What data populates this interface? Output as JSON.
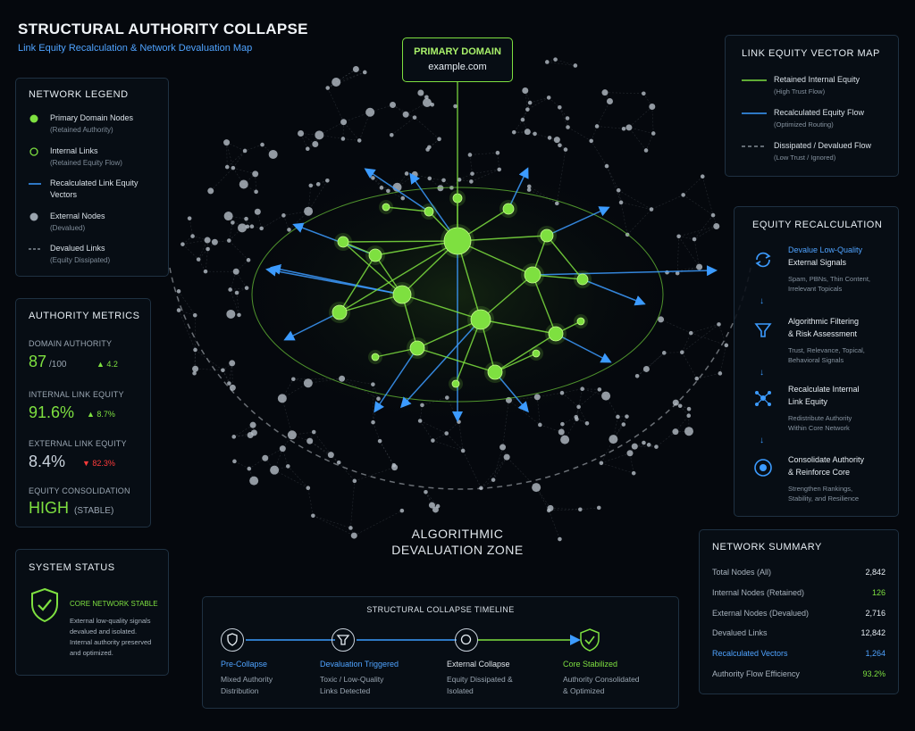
{
  "header": {
    "title": "STRUCTURAL AUTHORITY COLLAPSE",
    "subtitle": "Link Equity Recalculation & Network Devaluation Map"
  },
  "primary": {
    "label": "PRIMARY DOMAIN",
    "domain": "example.com"
  },
  "zone": {
    "line1": "ALGORITHMIC",
    "line2": "DEVALUATION ZONE"
  },
  "legend": {
    "title": "NETWORK LEGEND",
    "items": [
      {
        "label": "Primary Domain Nodes",
        "sub": "(Retained Authority)"
      },
      {
        "label": "Internal Links",
        "sub": "(Retained Equity Flow)"
      },
      {
        "label": "Recalculated Link Equity",
        "sub": "Vectors"
      },
      {
        "label": "External Nodes",
        "sub": "(Devalued)"
      },
      {
        "label": "Devalued Links",
        "sub": "(Equity Dissipated)"
      }
    ]
  },
  "metrics": {
    "title": "AUTHORITY METRICS",
    "da": {
      "label": "DOMAIN AUTHORITY",
      "value": "87",
      "suffix": "/100",
      "change": "▲ 4.2"
    },
    "internal": {
      "label": "INTERNAL LINK EQUITY",
      "value": "91.6%",
      "change": "▲ 8.7%"
    },
    "external": {
      "label": "EXTERNAL LINK EQUITY",
      "value": "8.4%",
      "change": "▼ 82.3%"
    },
    "consolidation": {
      "label": "EQUITY CONSOLIDATION",
      "value": "HIGH",
      "suffix": "(STABLE)"
    }
  },
  "status": {
    "title": "SYSTEM STATUS",
    "headline": "CORE NETWORK STABLE",
    "desc": [
      "External low-quality signals",
      "devalued and isolated.",
      "Internal authority preserved",
      "and optimized."
    ]
  },
  "vector_map": {
    "title": "LINK EQUITY VECTOR MAP",
    "items": [
      {
        "label": "Retained Internal Equity",
        "sub": "(High Trust Flow)"
      },
      {
        "label": "Recalculated Equity Flow",
        "sub": "(Optimized Routing)"
      },
      {
        "label": "Dissipated / Devalued Flow",
        "sub": "(Low Trust / Ignored)"
      }
    ]
  },
  "recalc": {
    "title": "EQUITY RECALCULATION",
    "steps": [
      {
        "title1": "Devalue Low-Quality",
        "title2": "External Signals",
        "desc1": "Spam, PBNs, Thin Content,",
        "desc2": "Irrelevant Topicals"
      },
      {
        "title1": "Algorithmic Filtering",
        "title2": "& Risk Assessment",
        "desc1": "Trust, Relevance, Topical,",
        "desc2": "Behavioral Signals"
      },
      {
        "title1": "Recalculate Internal",
        "title2": "Link Equity",
        "desc1": "Redistribute Authority",
        "desc2": "Within Core Network"
      },
      {
        "title1": "Consolidate Authority",
        "title2": "& Reinforce Core",
        "desc1": "Strengthen Rankings,",
        "desc2": "Stability, and Resilience"
      }
    ],
    "arrow": "↓"
  },
  "summary": {
    "title": "NETWORK SUMMARY",
    "rows": [
      {
        "label": "Total Nodes (All)",
        "value": "2,842"
      },
      {
        "label": "Internal Nodes (Retained)",
        "value": "126"
      },
      {
        "label": "External Nodes (Devalued)",
        "value": "2,716"
      },
      {
        "label": "Devalued Links",
        "value": "12,842"
      },
      {
        "label": "Recalculated Vectors",
        "value": "1,264"
      },
      {
        "label": "Authority Flow Efficiency",
        "value": "93.2%"
      }
    ]
  },
  "timeline": {
    "title": "STRUCTURAL COLLAPSE TIMELINE",
    "stages": [
      {
        "label": "Pre-Collapse",
        "desc1": "Mixed Authority",
        "desc2": "Distribution"
      },
      {
        "label": "Devaluation Triggered",
        "desc1": "Toxic / Low-Quality",
        "desc2": "Links Detected"
      },
      {
        "label": "External Collapse",
        "desc1": "Equity Dissipated &",
        "desc2": "Isolated"
      },
      {
        "label": "Core Stabilized",
        "desc1": "Authority Consolidated",
        "desc2": "& Optimized"
      }
    ]
  },
  "colors": {
    "green": "#7ee040",
    "blue": "#3c9bff",
    "red": "#ff3b3b",
    "gray": "#8a95a0"
  }
}
